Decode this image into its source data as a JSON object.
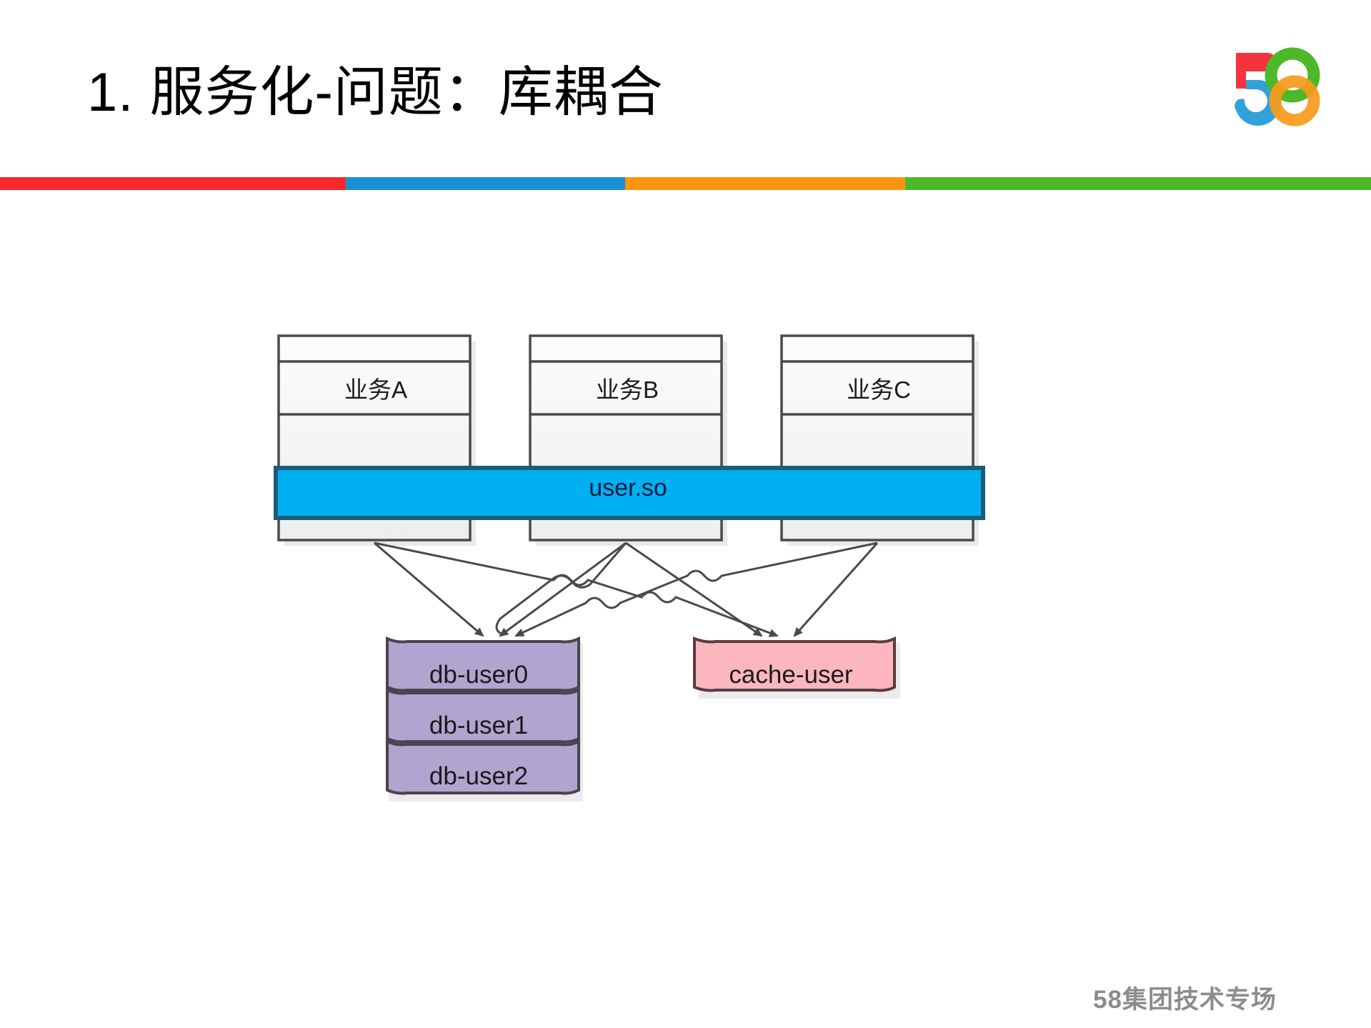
{
  "header": {
    "title": "1. 服务化-问题：库耦合",
    "logo": {
      "name": "58-logo",
      "digit_five": "5",
      "digit_eight": "8",
      "colors": {
        "five_top": "#f5333f",
        "five_bottom": "#1f9ad6",
        "eight_top": "#4cb82a",
        "eight_bottom": "#f89a1c"
      }
    },
    "rule_colors": [
      "#fa2828",
      "#1b8fd4",
      "#fb9412",
      "#4cb82a"
    ]
  },
  "diagram": {
    "type": "architecture",
    "services": [
      {
        "id": "a",
        "label": "业务A"
      },
      {
        "id": "b",
        "label": "业务B"
      },
      {
        "id": "c",
        "label": "业务C"
      }
    ],
    "shared_library": {
      "label": "user.so",
      "fill": "#00b0f0",
      "text_color": "#0b1b3d"
    },
    "datastores": [
      {
        "id": "db0",
        "label": "db-user0",
        "kind": "database",
        "fill": "#b1a4cf"
      },
      {
        "id": "db1",
        "label": "db-user1",
        "kind": "database",
        "fill": "#b1a4cf"
      },
      {
        "id": "db2",
        "label": "db-user2",
        "kind": "database",
        "fill": "#b1a4cf"
      },
      {
        "id": "cache",
        "label": "cache-user",
        "kind": "cache",
        "fill": "#fcb6bd"
      }
    ],
    "edges": [
      {
        "from": "a",
        "to": "db0"
      },
      {
        "from": "a",
        "to": "cache"
      },
      {
        "from": "b",
        "to": "db0"
      },
      {
        "from": "b",
        "to": "cache"
      },
      {
        "from": "c",
        "to": "db0"
      },
      {
        "from": "c",
        "to": "cache"
      }
    ]
  },
  "footer": {
    "text": "58集团技术专场"
  }
}
